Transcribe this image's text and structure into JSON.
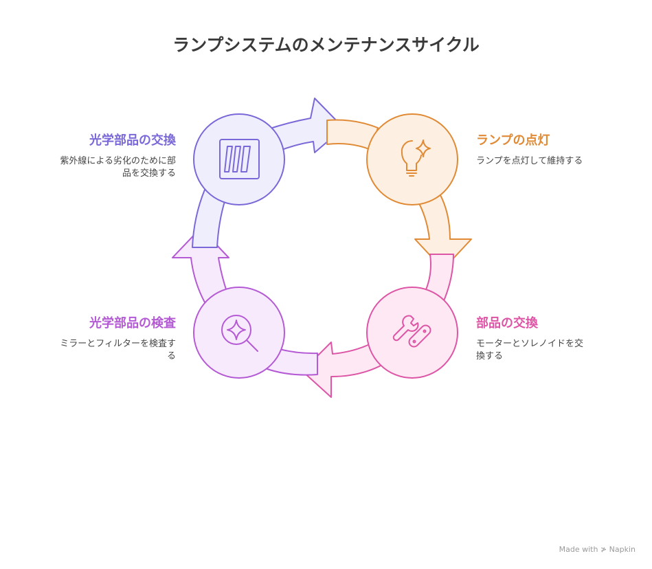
{
  "title": "ランプシステムのメンテナンスサイクル",
  "steps": [
    {
      "title": "光学部品の交換",
      "description": "紫外線による劣化のために部品を交換する",
      "color": "#7b68d8",
      "fill": "#efeefd",
      "icon": "optical-parts-icon"
    },
    {
      "title": "ランプの点灯",
      "description": "ランプを点灯して維持する",
      "color": "#e08a35",
      "fill": "#fdf0e2",
      "icon": "lightbulb-icon"
    },
    {
      "title": "部品の交換",
      "description": "モーターとソレノイドを交換する",
      "color": "#dd55a5",
      "fill": "#fde8f4",
      "icon": "wrench-icon"
    },
    {
      "title": "光学部品の検査",
      "description": "ミラーとフィルターを検査する",
      "color": "#b45ad4",
      "fill": "#f8eafd",
      "icon": "magnifier-icon"
    }
  ],
  "footer": "Made with ≯ Napkin"
}
